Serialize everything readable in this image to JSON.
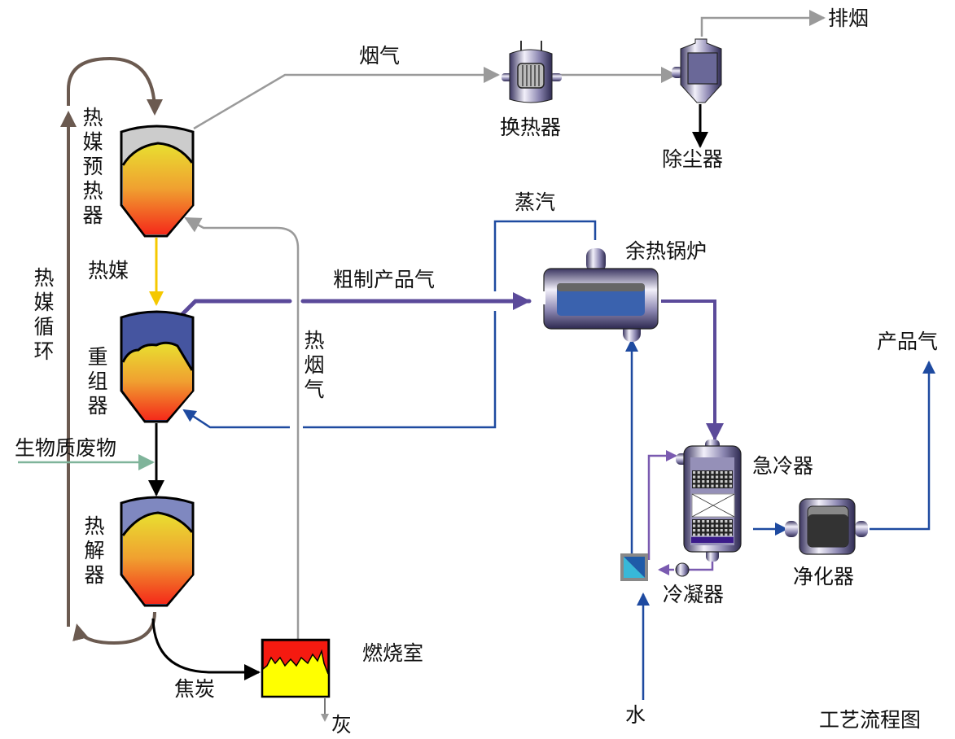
{
  "title": "工艺流程图",
  "colors": {
    "flue_gas": "#9a9a9a",
    "heat_carrier_loop": "#6b5a50",
    "heat_carrier": "#f5c800",
    "biomass": "#7fb49a",
    "solid_flow": "#000000",
    "crude_gas": "#5b4a9a",
    "water_steam": "#1e4aa0",
    "quench_loop": "#7a5ab0"
  },
  "equipment": {
    "preheater": "热媒预热器",
    "reformer": "重组器",
    "pyrolyzer": "热解器",
    "combustor": "燃烧室",
    "heat_exchanger": "换热器",
    "dust_collector": "除尘器",
    "waste_heat_boiler": "余热锅炉",
    "quencher": "急冷器",
    "condenser": "冷凝器",
    "purifier": "净化器"
  },
  "streams": {
    "flue_gas": "烟气",
    "exhaust": "排烟",
    "heat_carrier": "热媒",
    "heat_carrier_loop": "热媒循环",
    "hot_flue_gas": "热烟气",
    "crude_gas": "粗制产品气",
    "steam": "蒸汽",
    "biomass": "生物质废物",
    "char": "焦炭",
    "ash": "灰",
    "water": "水",
    "product_gas": "产品气"
  }
}
